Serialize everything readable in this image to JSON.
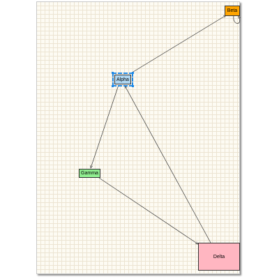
{
  "diagram": {
    "nodes": [
      {
        "id": "alpha",
        "label": "Alpha",
        "color": "#aed6f1",
        "selected": true
      },
      {
        "id": "beta",
        "label": "Beta",
        "color": "#ffa500",
        "selected": false
      },
      {
        "id": "gamma",
        "label": "Gamma",
        "color": "#90ee90",
        "selected": false
      },
      {
        "id": "delta",
        "label": "Delta",
        "color": "#ffb6c1",
        "selected": false
      }
    ],
    "edges": [
      {
        "from": "alpha",
        "to": "beta"
      },
      {
        "from": "beta",
        "to": "beta"
      },
      {
        "from": "alpha",
        "to": "gamma"
      },
      {
        "from": "gamma",
        "to": "delta"
      },
      {
        "from": "delta",
        "to": "alpha"
      }
    ],
    "colors": {
      "edge": "#333333",
      "selection": "#1e88e5",
      "grid": "#ece4d2",
      "paper": "#fdfbf3"
    }
  }
}
